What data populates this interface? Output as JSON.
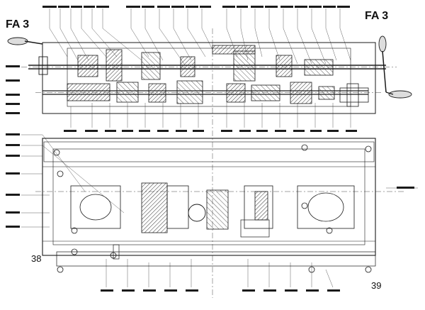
{
  "sheet": {
    "section_label_left": "FA 3",
    "section_label_right": "FA 3",
    "page_left": "38",
    "page_right": "39"
  },
  "colors": {
    "ink": "#1a1a1a",
    "hatch": "#333333",
    "paper": "#ffffff"
  },
  "icons": {
    "handwheel_left": "crank-handle-icon",
    "handwheel_right": "crank-handle-icon"
  }
}
